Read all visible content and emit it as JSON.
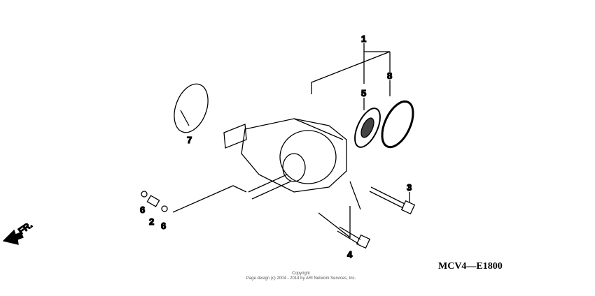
{
  "diagram": {
    "callouts": [
      "1",
      "2",
      "3",
      "4",
      "5",
      "6",
      "6",
      "7",
      "8"
    ],
    "direction_label": "FR.",
    "diagram_code": "MCV4—E1800"
  },
  "footer": {
    "line1": "Copyright",
    "line2": "Page design (c) 2004 - 2014 by ARI Network Services, Inc."
  }
}
